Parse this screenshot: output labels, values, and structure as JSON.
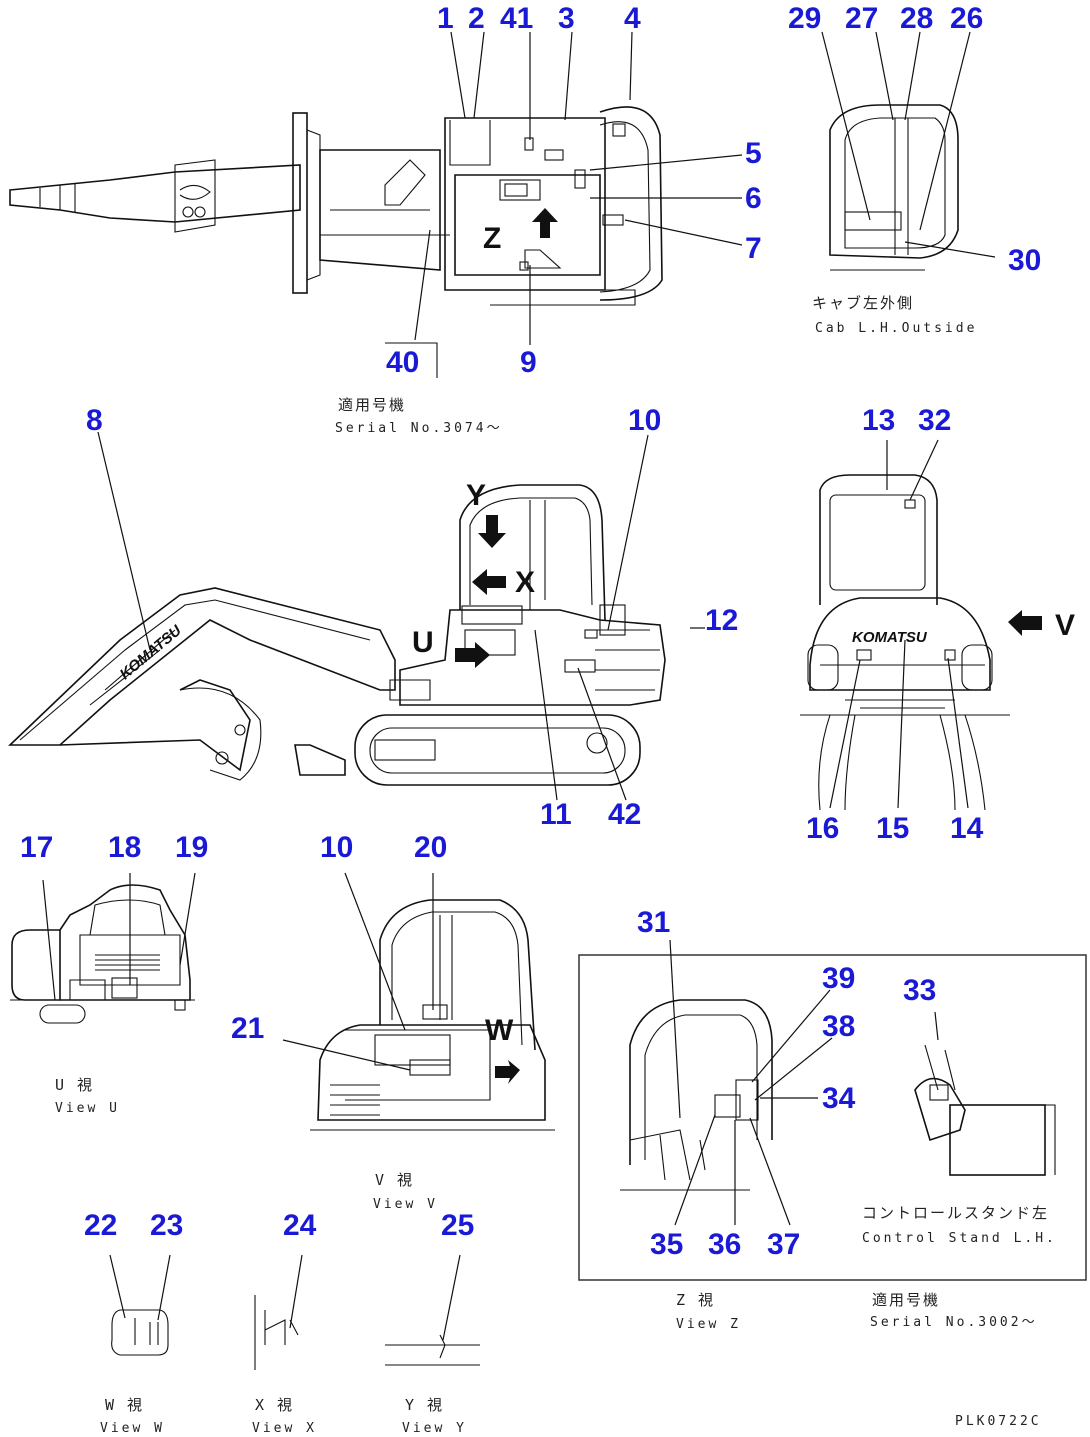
{
  "drawing_code": "PLK0722C",
  "item_numbers": [
    "1",
    "2",
    "41",
    "3",
    "4",
    "29",
    "27",
    "28",
    "26",
    "5",
    "6",
    "7",
    "30",
    "40",
    "9",
    "8",
    "10",
    "13",
    "32",
    "12",
    "11",
    "42",
    "16",
    "15",
    "14",
    "17",
    "18",
    "19",
    "20",
    "21",
    "31",
    "39",
    "38",
    "33",
    "34",
    "35",
    "36",
    "37",
    "22",
    "23",
    "24",
    "25"
  ],
  "view_letters": {
    "z": "Z",
    "y": "Y",
    "x": "X",
    "u": "U",
    "v": "V",
    "w": "W"
  },
  "brand": "KOMATSU",
  "captions": {
    "cab_lh_outside_jp": "キャブ左外側",
    "cab_lh_outside_en": "Cab L.H.Outside",
    "applicable_serial_jp": "適用号機",
    "applicable_serial_en": "Serial No.3074～",
    "view_u_jp": "U 視",
    "view_u_en": "View U",
    "view_v_jp": "V 視",
    "view_v_en": "View V",
    "view_z_jp": "Z 視",
    "view_z_en": "View Z",
    "control_stand_jp": "コントロールスタンド左",
    "control_stand_en": "Control Stand L.H.",
    "applicable_serial2_jp": "適用号機",
    "applicable_serial2_en": "Serial No.3002～",
    "view_w_jp": "W 視",
    "view_w_en": "View W",
    "view_x_jp": "X 視",
    "view_x_en": "View X",
    "view_y_jp": "Y 視",
    "view_y_en": "View Y"
  }
}
